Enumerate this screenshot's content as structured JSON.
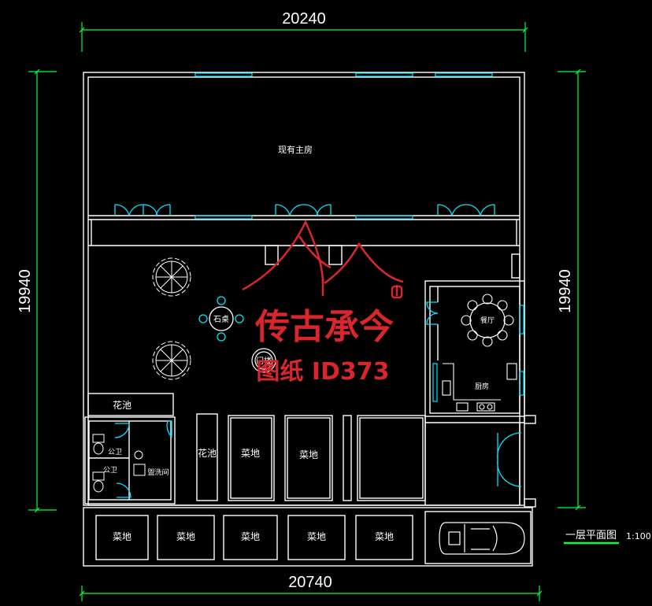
{
  "dimensions": {
    "top": "20240",
    "bottom": "20740",
    "left": "19940",
    "right": "19940"
  },
  "rooms": {
    "main_house": "现有主房",
    "stone_table": "石桌",
    "gate": "门楼",
    "dining": "餐厅",
    "kitchen": "厨房",
    "flower_bed_1": "花池",
    "flower_bed_2": "花池",
    "toilet_1": "公卫",
    "toilet_2": "公卫",
    "laundry": "盥洗间",
    "veg_1": "菜地",
    "veg_2": "菜地",
    "veg_3": "菜地",
    "veg_4": "菜地",
    "veg_5": "菜地",
    "veg_6": "菜地",
    "veg_7": "菜地"
  },
  "title": {
    "name": "一层平面图",
    "scale": "1:100"
  },
  "watermark": {
    "line1": "传古承今",
    "line2": "图纸 ID373"
  },
  "colors": {
    "wall": "#ffffff",
    "window": "#00e5ff",
    "dimension": "#00ff3c",
    "watermark": "#d9262c"
  }
}
